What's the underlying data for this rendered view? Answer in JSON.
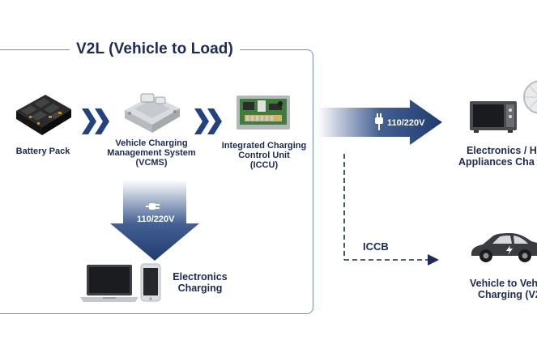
{
  "title": "V2L (Vehicle to Load)",
  "components": [
    {
      "name": "battery",
      "label": "Battery Pack",
      "icon": "battery-pack-icon"
    },
    {
      "name": "vcms",
      "label_lines": [
        "Vehicle Charging",
        "Management System",
        "(VCMS)"
      ],
      "icon": "vcms-unit-icon"
    },
    {
      "name": "iccu",
      "label_lines": [
        "Integrated Charging",
        "Control Unit",
        "(ICCU)"
      ],
      "icon": "iccu-board-icon"
    }
  ],
  "down_arrow": {
    "voltage": "110/220V",
    "icon": "plug-icon"
  },
  "electronics_charging": {
    "label_lines": [
      "Electronics",
      "Charging"
    ],
    "icons": [
      "laptop-icon",
      "smartphone-icon"
    ]
  },
  "right_arrow": {
    "voltage": "110/220V",
    "icon": "plug-icon"
  },
  "appliances": {
    "label_lines": [
      "Electronics / H",
      "Appliances Cha"
    ],
    "icons": [
      "microwave-icon",
      "fan-icon"
    ]
  },
  "iccb": {
    "label": "ICCB"
  },
  "v2v": {
    "label_lines": [
      "Vehicle to Vehi",
      "Charging (V2"
    ],
    "icon": "electric-car-icon"
  },
  "colors": {
    "navy": "#1d2a55",
    "arrow_blue": "#23437e",
    "frame": "#6f8fc2"
  }
}
